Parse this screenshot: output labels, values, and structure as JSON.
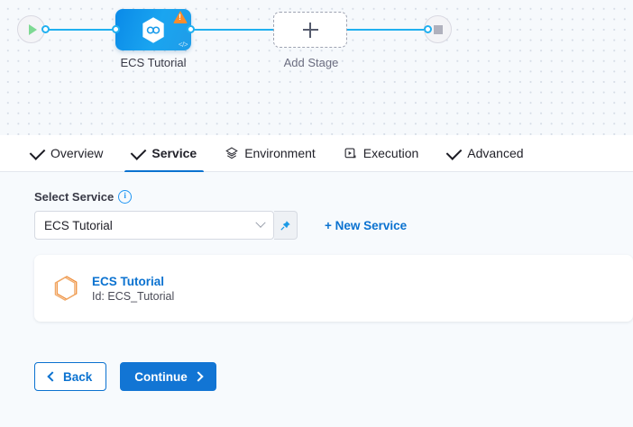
{
  "pipeline": {
    "start_node": {
      "icon": "play-icon",
      "name": "pipeline-start"
    },
    "end_node": {
      "icon": "stop-icon",
      "name": "pipeline-end"
    },
    "stage": {
      "label": "ECS Tutorial",
      "icon": "harness-hexagon-icon",
      "badge": "warning-triangle-icon",
      "code_badge": "</>",
      "color": "#1aa5f0"
    },
    "add_stage": {
      "label": "Add Stage",
      "icon": "plus-icon"
    },
    "edge_color": "#20b0f0",
    "canvas_bg": "#f6f9fc"
  },
  "tabs": [
    {
      "label": "Overview",
      "icon": "check-icon",
      "active": false
    },
    {
      "label": "Service",
      "icon": "check-icon",
      "active": true
    },
    {
      "label": "Environment",
      "icon": "layers-icon",
      "active": false
    },
    {
      "label": "Execution",
      "icon": "execution-icon",
      "active": false
    },
    {
      "label": "Advanced",
      "icon": "check-icon",
      "active": false
    }
  ],
  "active_tab_color": "#0b72d0",
  "form": {
    "select_service_label": "Select Service",
    "info_icon": "info-icon",
    "service_select": {
      "value": "ECS Tutorial",
      "placeholder": "Select Service",
      "chevron": "chevron-down-icon"
    },
    "pin_button": {
      "icon": "pin-icon"
    },
    "new_service_label": "+ New Service"
  },
  "service_card": {
    "icon": "service-hexagon-icon",
    "name": "ECS Tutorial",
    "id_text": "Id: ECS_Tutorial"
  },
  "footer": {
    "back_label": "Back",
    "continue_label": "Continue"
  }
}
